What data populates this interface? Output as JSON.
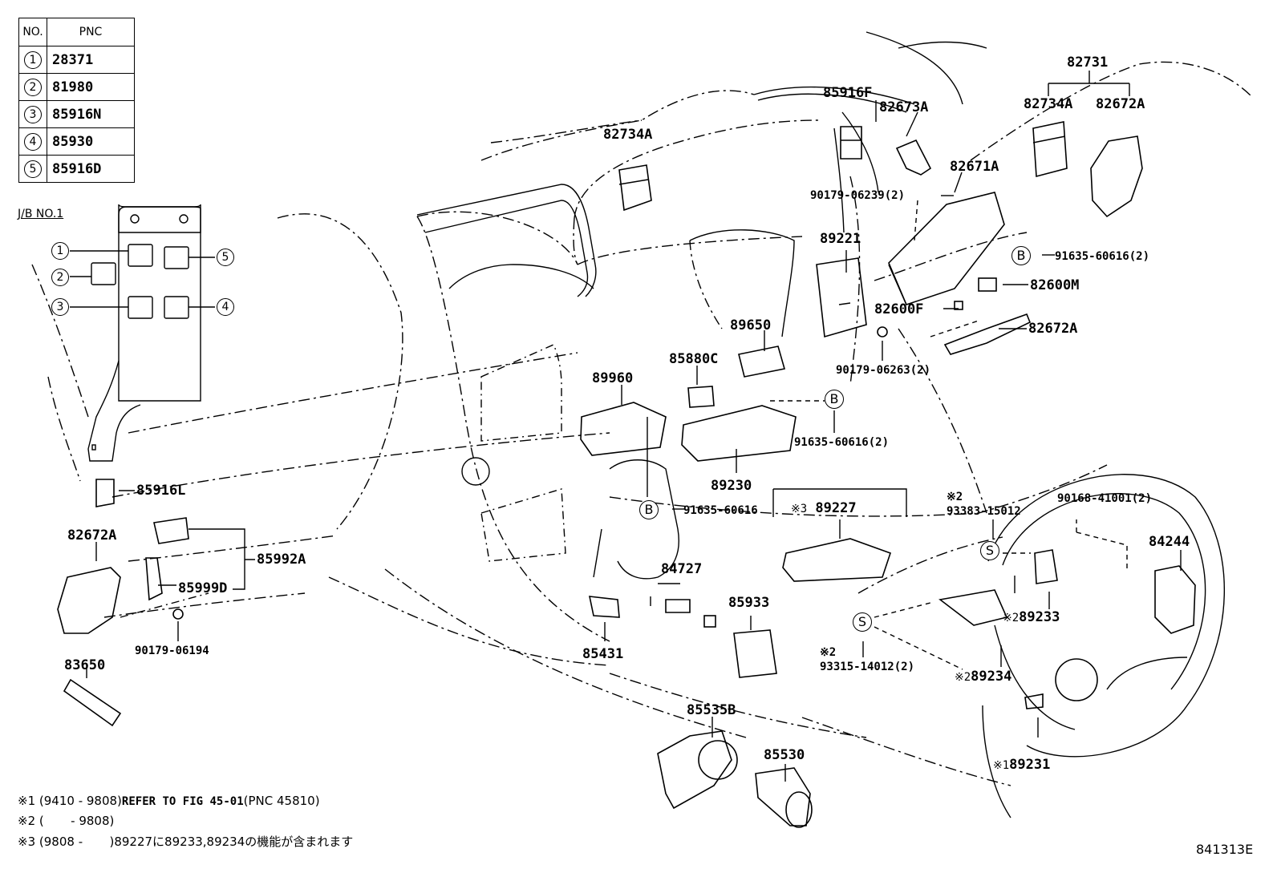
{
  "pnc_table": {
    "header_no": "NO.",
    "header_pnc": "PNC",
    "rows": [
      {
        "no": "1",
        "pnc": "28371"
      },
      {
        "no": "2",
        "pnc": "81980"
      },
      {
        "no": "3",
        "pnc": "85916N"
      },
      {
        "no": "4",
        "pnc": "85930"
      },
      {
        "no": "5",
        "pnc": "85916D"
      }
    ]
  },
  "jb_title": "J/B NO.1",
  "jb_callouts": [
    "1",
    "2",
    "3",
    "4",
    "5"
  ],
  "labels": {
    "p85916F": "85916F",
    "p82673A": "82673A",
    "p82731": "82731",
    "p82734A_r": "82734A",
    "p82672A_r": "82672A",
    "p82734A_l": "82734A",
    "p82671A": "82671A",
    "p90179_06239": "90179-06239(2)",
    "p89221": "89221",
    "p91635_60616_a": "91635-60616(2)",
    "p82600M": "82600M",
    "p82600F": "82600F",
    "p82672A_m": "82672A",
    "p89650": "89650",
    "p90179_06263": "90179-06263(2)",
    "p85880C": "85880C",
    "p89960": "89960",
    "p91635_60616_b": "91635-60616(2)",
    "p89230": "89230",
    "p85916L": "85916L",
    "p82672A_l": "82672A",
    "p85992A": "85992A",
    "p85999D": "85999D",
    "p90179_06194": "90179-06194",
    "p83650": "83650",
    "p91635_60616_c": "91635-60616",
    "p89227": "89227",
    "p93383_15012": "93383-15012",
    "p90168_41001": "90168-41001(2)",
    "p84244": "84244",
    "p84727": "84727",
    "p85933": "85933",
    "p85431": "85431",
    "p89233": "89233",
    "p93315_14012": "93315-14012(2)",
    "p89234": "89234",
    "p85535B": "85535B",
    "p85530": "85530",
    "p89231": "89231"
  },
  "markers": {
    "note1": "※1",
    "note2": "※2",
    "note3": "※3"
  },
  "bubbles": {
    "b": "B",
    "s": "S"
  },
  "notes": [
    {
      "mark": "※1",
      "text": "(9410 - 9808)",
      "bold": "REFER TO FIG 45-01",
      "tail": "(PNC 45810)"
    },
    {
      "mark": "※2",
      "text": "(       - 9808)",
      "bold": "",
      "tail": ""
    },
    {
      "mark": "※3",
      "text": "(9808 -       )89227に89233,89234の機能が含まれます",
      "bold": "",
      "tail": ""
    }
  ],
  "figure_id": "841313E"
}
